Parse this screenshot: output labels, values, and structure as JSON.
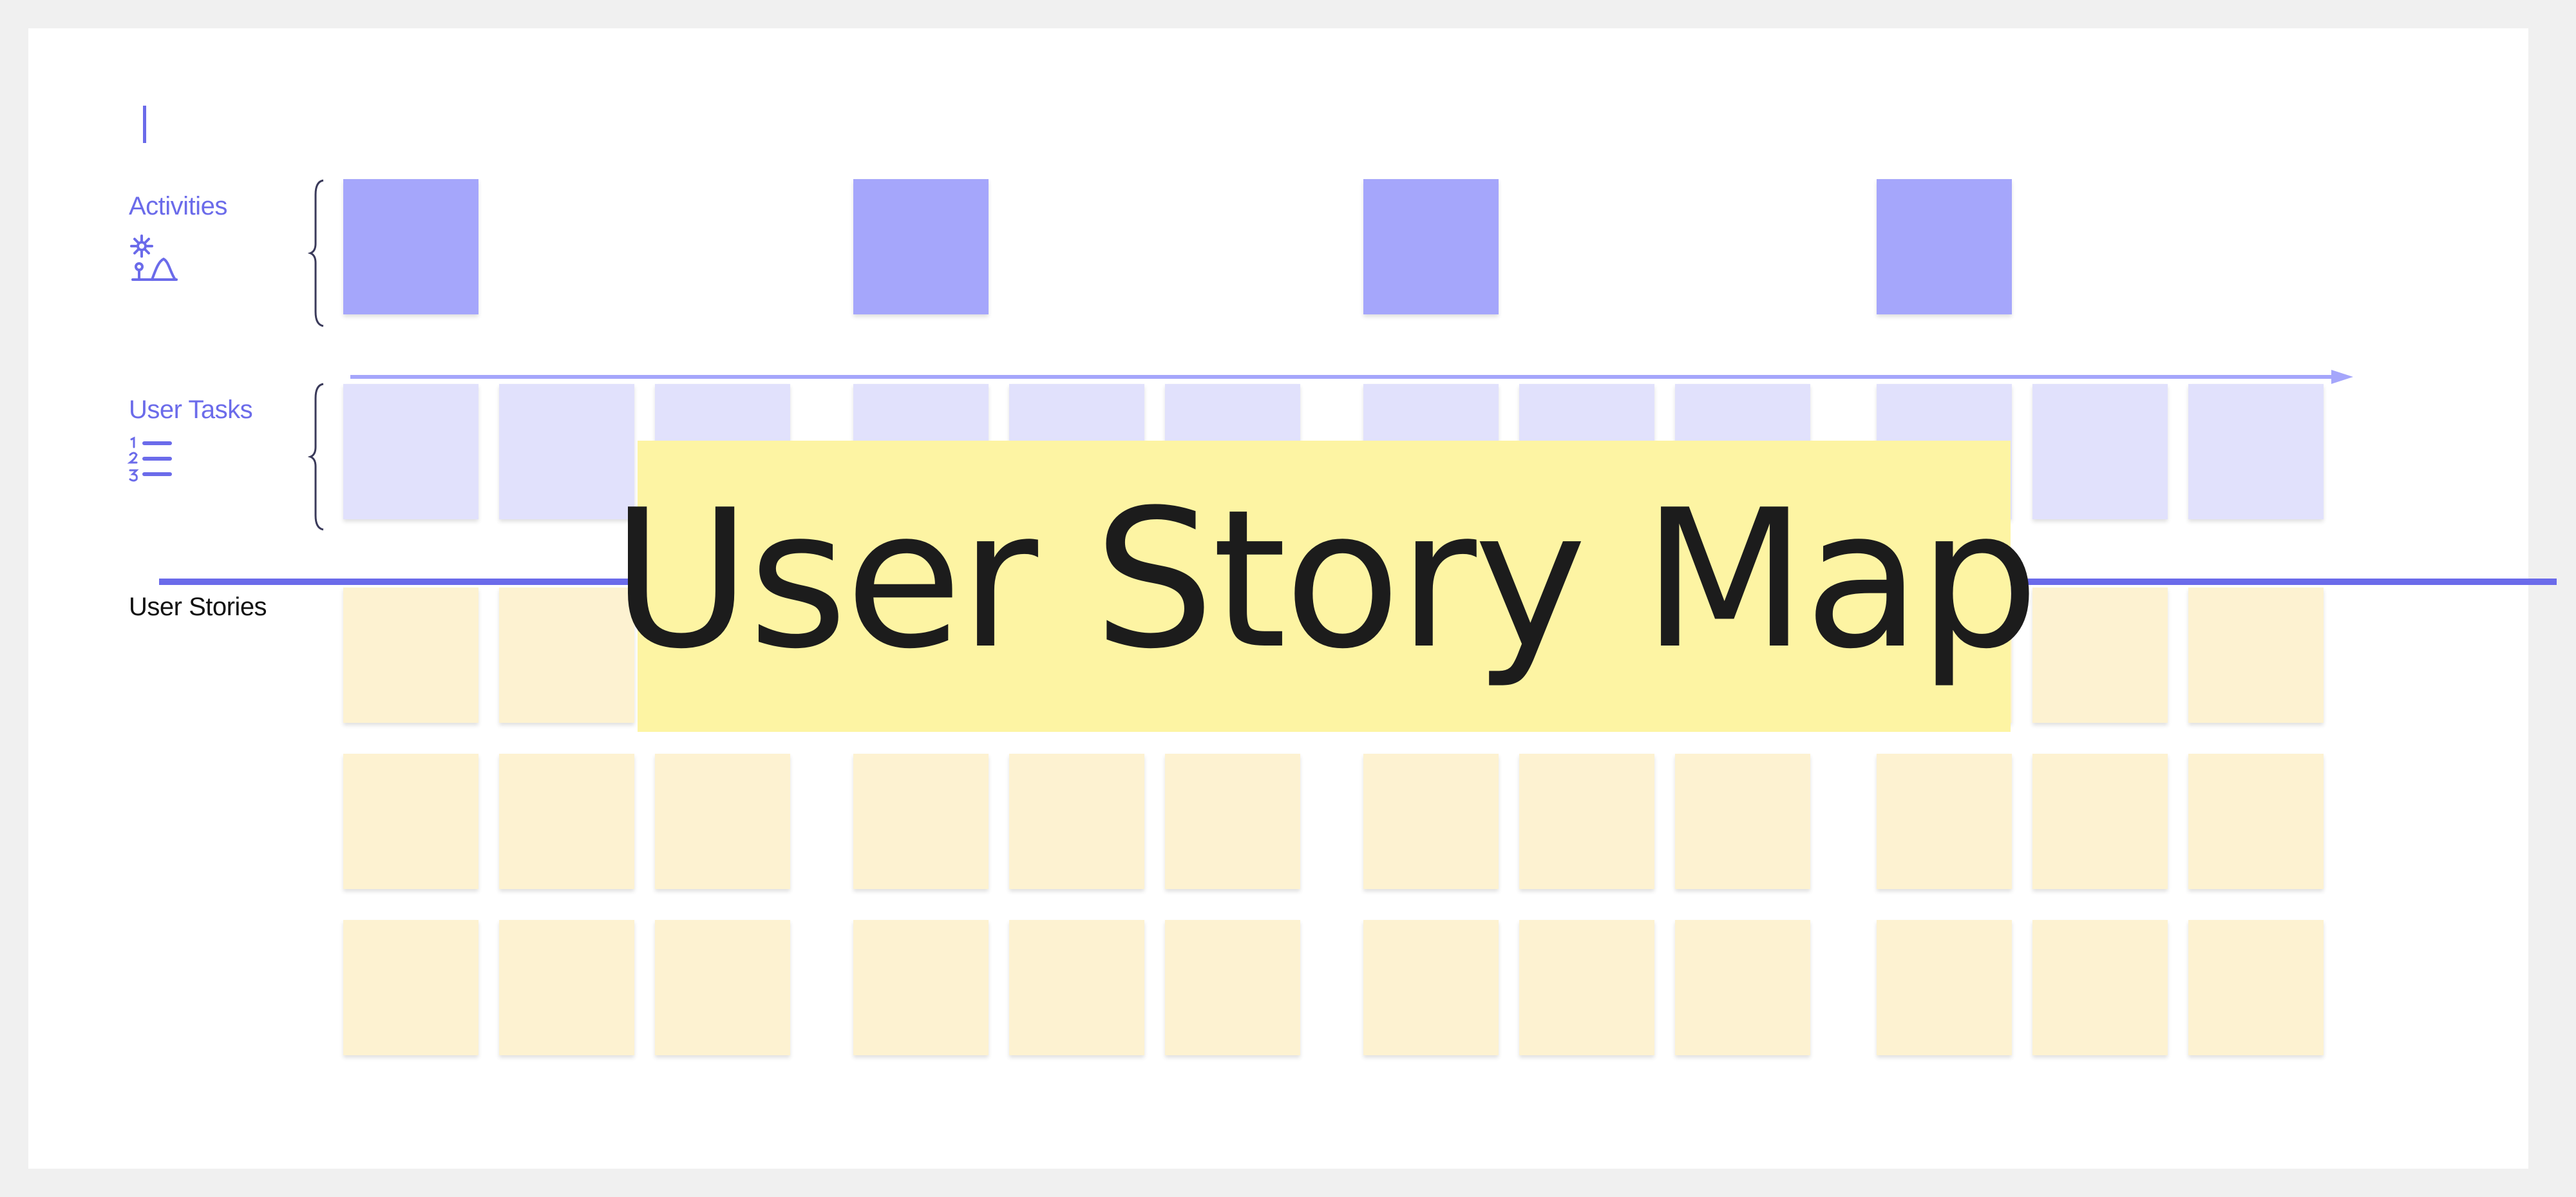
{
  "title": "User Story Map",
  "rows": {
    "activities": {
      "label": "Activities",
      "icon": "activity-icon"
    },
    "user_tasks": {
      "label": "User Tasks",
      "icon": "numbered-list-icon"
    },
    "user_stories": {
      "label": "User Stories"
    }
  },
  "groups": [
    {
      "activity_count": 1,
      "task_count": 3,
      "story_rows": 3
    },
    {
      "activity_count": 1,
      "task_count": 3,
      "story_rows": 3
    },
    {
      "activity_count": 1,
      "task_count": 3,
      "story_rows": 3
    },
    {
      "activity_count": 1,
      "task_count": 3,
      "story_rows": 3
    }
  ],
  "colors": {
    "page_bg": "#f0f0f0",
    "board_bg": "#ffffff",
    "accent": "#6b6bea",
    "activity_note": "#a5a6fb",
    "task_note": "#e1e1fc",
    "story_note": "#fdf2d1",
    "title_banner": "#fdf4a3",
    "title_text": "#1c1c1c",
    "stories_label": "#111111"
  }
}
